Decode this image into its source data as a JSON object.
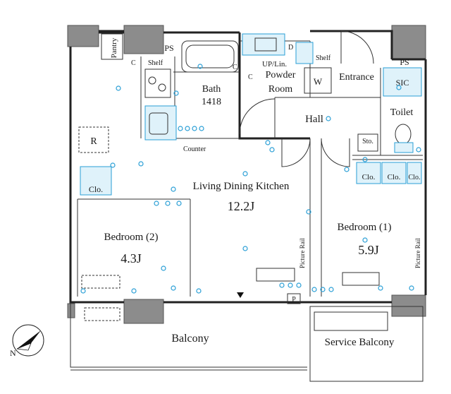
{
  "rooms": {
    "ldk": "Living Dining Kitchen",
    "ldk_size": "12.2J",
    "bedroom2": "Bedroom (2)",
    "bedroom2_size": "4.3J",
    "bedroom1": "Bedroom (1)",
    "bedroom1_size": "5.9J",
    "bath": "Bath",
    "bath_size": "1418",
    "powder": "Powder",
    "powder2": "Room",
    "uplin": "UP/Lin.",
    "hall": "Hall",
    "entrance": "Entrance",
    "toilet": "Toilet",
    "pantry": "Pantry",
    "balcony": "Balcony",
    "service_balcony": "Service Balcony"
  },
  "labels": {
    "ps_left": "PS",
    "ps_right": "PS",
    "shelf1": "Shelf",
    "shelf2": "Shelf",
    "counter": "Counter",
    "refrigerator": "R",
    "clo_bed2": "Clo.",
    "clo_a": "Clo.",
    "clo_b": "Clo.",
    "clo_c": "Clo.",
    "sic": "SIC",
    "sto": "Sto.",
    "washer": "W",
    "picture_rail_1": "Picture Rail",
    "picture_rail_2": "Picture Rail",
    "p": "P",
    "d": "D",
    "c1": "C",
    "c2": "C",
    "c3": "C"
  },
  "compass": {
    "north": "N"
  },
  "colors": {
    "accent": "#2a9fd6",
    "pillar": "#8c8c8c",
    "wall": "#222222"
  }
}
